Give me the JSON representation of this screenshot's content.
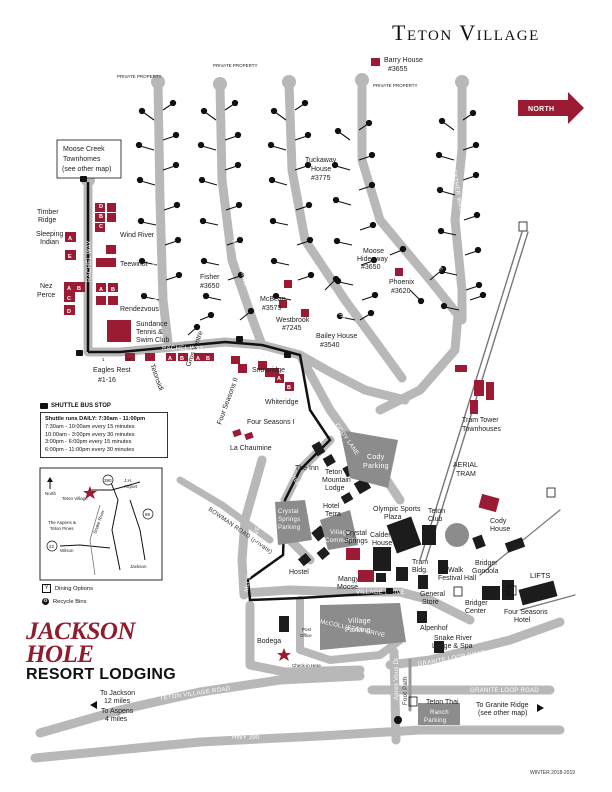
{
  "title": "Teton Village",
  "north": "NORTH",
  "private": [
    "PRIVATE PROPERTY",
    "PRIVATE PROPERTY",
    "PRIVATE PROPERTY"
  ],
  "callout": {
    "line1": "Moose Creek",
    "line2": "Townhomes",
    "line3": "(see other map)"
  },
  "roads": {
    "holly": "HOLLY DRIVE",
    "morley": "MORLEY DRIVE",
    "cristy": "CRISTY DRIVE",
    "mcollister": "MCCOLLISTER DRIVE",
    "estherline": "ESTHER WAY",
    "rachel": "RACHEL WAY",
    "rachelv": "RACHEL WAY",
    "cody": "CODY LANE",
    "villagedr": "VILLAGE DRIVE",
    "villagedr2": "VILLAGE DRIVE",
    "bowman": "BOWMAN ROAD (private)",
    "mccollister2": "McCOLLISTER DRIVE",
    "oldmccollister": "OLD McCOLLISTER DRIVE",
    "granite1": "GRANITE LOOP ROAD",
    "granite2": "GRANITE LOOP ROAD",
    "tetonvillage": "TETON VILLAGE ROAD",
    "hwy": "HWY 390",
    "fourpath": "Foot Path",
    "plazadr": "Apres Vous Dr"
  },
  "places": {
    "barry": "Barry House",
    "barryn": "#3655",
    "tuckaway": "Tuckaway",
    "tuckaway2": "House",
    "tuckawayn": "#3775",
    "moose": "Moose",
    "moose2": "Hideaway",
    "moosen": "#3650",
    "phoenix": "Phoenix",
    "phoenixn": "#3620",
    "fisher": "Fisher",
    "fishern": "#3650",
    "mcbean": "McBean",
    "mcbeann": "#3575",
    "westbrook": "Westbrook",
    "westbrookn": "#7245",
    "bailey": "Bailey House",
    "baileyn": "#3540",
    "timber": "Timber",
    "timber2": "Ridge",
    "sleeping": "Sleeping",
    "sleeping2": "Indian",
    "windriver": "Wind River",
    "teewinot": "Teewinot",
    "nez": "Nez",
    "nez2": "Perce",
    "rendezvous": "Rendezvous",
    "sundance": "Sundance",
    "sundance2": "Tennis &",
    "sundance3": "Swim Club",
    "eagles": "Eagles Rest",
    "eaglesn": "#1-16",
    "tetonsidi": "Tetonsidi",
    "gros": "Gros Ventre",
    "fsII": "Four Seasons II",
    "snowridge": "Snowridge",
    "whiteridge": "Whiteridge",
    "fsI": "Four Seasons I",
    "chaumine": "La Chaumine",
    "inn": "The Inn",
    "tetonmtn": "Teton",
    "tetonmtn2": "Mountain",
    "tetonmtn3": "Lodge",
    "codyparking": "Cody",
    "codyparking2": "Parking",
    "crystalpark": "Crystal",
    "crystalpark2": "Springs",
    "crystalpark3": "Parking",
    "hotelterra": "Hotel",
    "hotelterra2": "Terra",
    "olympic": "Olympic Sports",
    "olympic2": "Plaza",
    "villagecommons": "Village",
    "villagecommons2": "Commons",
    "tetonclub": "Teton",
    "tetonclub2": "Club",
    "codyhouse": "Cody",
    "codyhouse2": "House",
    "tramtower": "Tram Tower",
    "tramtower2": "Townhouses",
    "aerial": "AERIAL",
    "aerial2": "TRAM",
    "hostel": "Hostel",
    "crystalspr": "Crystal",
    "crystalspr2": "Springs",
    "caldera": "Caldera",
    "caldera2": "House",
    "trambldg": "Tram",
    "trambldg2": "Bldg.",
    "walk": "Walk",
    "walk2": "Festival Hall",
    "bridger": "Bridger",
    "bridger2": "Gondola",
    "lifts": "LIFTS",
    "mangy": "Mangy",
    "mangy2": "Moose",
    "general": "General",
    "general2": "Store",
    "bridgerctr": "Bridger",
    "bridgerctr2": "Center",
    "fourseasonshotel": "Four Seasons",
    "fourseasonshotel2": "Hotel",
    "villageparking": "Village",
    "villageparking2": "Parking",
    "postoffice": "Post",
    "postoffice2": "Office",
    "alpenhof": "Alpenhof",
    "snake": "Snake River",
    "snake2": "Lodge & Spa",
    "bodega": "Bodega",
    "checkin": "Check-in Here",
    "tetonthai": "Teton Thai",
    "ranch": "Ranch",
    "ranch2": "Parking",
    "granite_ridge": "To Granite Ridge",
    "granite_ridge2": "(see other map)",
    "tojackson": "To Jackson",
    "tojackson2": "12 miles",
    "toaspens": "To Aspens",
    "toaspens2": "4 miles"
  },
  "units": [
    "A",
    "B",
    "C",
    "D",
    "E",
    "A",
    "B",
    "C",
    "D",
    "A",
    "B",
    "A",
    "B",
    "A",
    "B",
    "A",
    "B",
    "1",
    "18"
  ],
  "legend": {
    "shuttle_title": "SHUTTLE BUS STOP",
    "schedule_title": "Shuttle runs DAILY: 7:30am - 11:00pm",
    "rows": [
      "7:30am -  10:00am  every 15 minutes",
      "10:00am -  3:00pm  every 30 minutes",
      "3:00pm -   6:00pm  every 15 minutes",
      "6:00pm - 11:00pm  every 30 minutes"
    ]
  },
  "inset": {
    "north": "North",
    "teton": "Teton Village",
    "aspens": "The Aspens &",
    "aspens2": "Teton Pines",
    "wilson": "Wilson",
    "jackson": "Jackson",
    "jh": "J.H.",
    "jh2": "Airport",
    "r390": "390",
    "r22": "22",
    "r89": "89",
    "snake": "Snake River"
  },
  "icons": {
    "dining": "Dining Options",
    "recycle": "Recycle Bins"
  },
  "brand": {
    "l1": "JACKSON",
    "l2": "HOLE",
    "l3": "RESORT LODGING"
  },
  "season": "WINTER 2018-2019",
  "colors": {
    "road": "#b8b8b8",
    "crimson": "#9a1b33",
    "building": "#1c1c1c",
    "parking": "#8c8c8c",
    "route": "#111111"
  }
}
